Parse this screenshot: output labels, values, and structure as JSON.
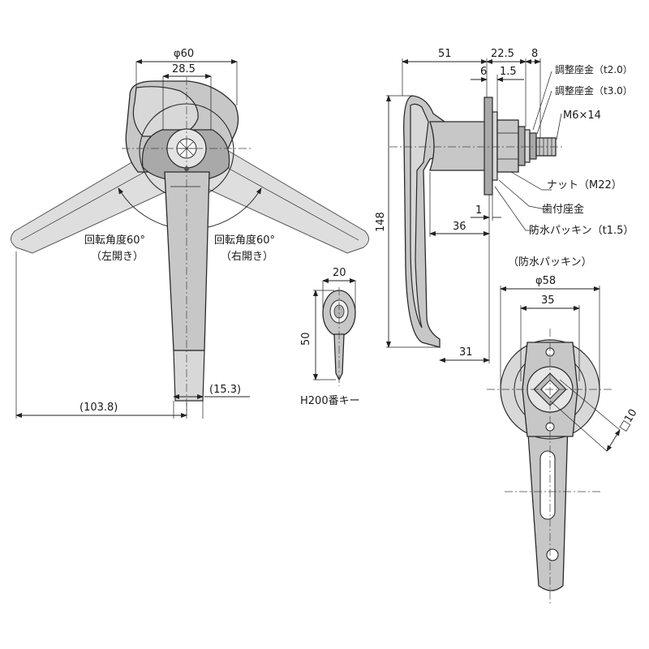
{
  "figure": {
    "front_view": {
      "dims": {
        "phi60": "φ60",
        "d28_5": "28.5",
        "d103_8": "(103.8)",
        "d15_3": "(15.3)"
      },
      "rotation_left": {
        "line1": "回転角度60°",
        "line2": "（左開き）"
      },
      "rotation_right": {
        "line1": "回転角度60°",
        "line2": "（右開き）"
      }
    },
    "side_view": {
      "dims": {
        "d51": "51",
        "d22_5": "22.5",
        "d8": "8",
        "d6": "6",
        "d1_5": "1.5",
        "d148": "148",
        "d36": "36",
        "d1": "1",
        "d31": "31"
      },
      "callouts": {
        "washer_t2": "調整座金（t2.0）",
        "washer_t3": "調整座金（t3.0）",
        "screw": "M6×14",
        "nut": "ナット（M22）",
        "toothed_washer": "歯付座金",
        "gasket": "防水パッキン（t1.5）"
      }
    },
    "key_view": {
      "dims": {
        "d20": "20",
        "d50": "50"
      },
      "caption": "H200番キー"
    },
    "back_view": {
      "caption": "（防水パッキン）",
      "dims": {
        "phi58": "φ58",
        "d35": "35",
        "sq10": "□10"
      }
    }
  }
}
